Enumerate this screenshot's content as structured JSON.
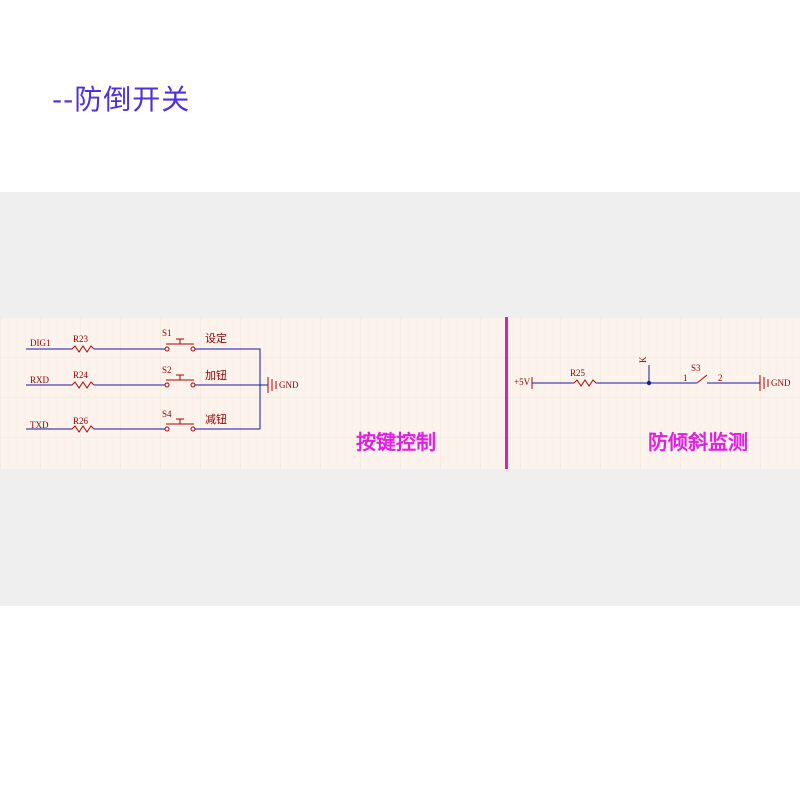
{
  "title": "--防倒开关",
  "left_panel": {
    "caption": "按键控制",
    "rows": [
      {
        "net": "DIG1",
        "resistor": "R23",
        "switch": "S1",
        "function": "设定"
      },
      {
        "net": "RXD",
        "resistor": "R24",
        "switch": "S2",
        "function": "加钮"
      },
      {
        "net": "TXD",
        "resistor": "R26",
        "switch": "S4",
        "function": "减钮"
      }
    ],
    "ground": "GND"
  },
  "right_panel": {
    "caption": "防倾斜监测",
    "supply": "+5V",
    "resistor": "R25",
    "node": "K",
    "switch": "S3",
    "pin1": "1",
    "pin2": "2",
    "ground": "GND"
  },
  "colors": {
    "title": "#5030d8",
    "caption": "#e020e0",
    "divider": "#d020d0",
    "wire": "#1a1aa0",
    "component": "#b00000",
    "label": "#8b0000",
    "band": "#efefef",
    "sheet": "#fbf3ec"
  }
}
